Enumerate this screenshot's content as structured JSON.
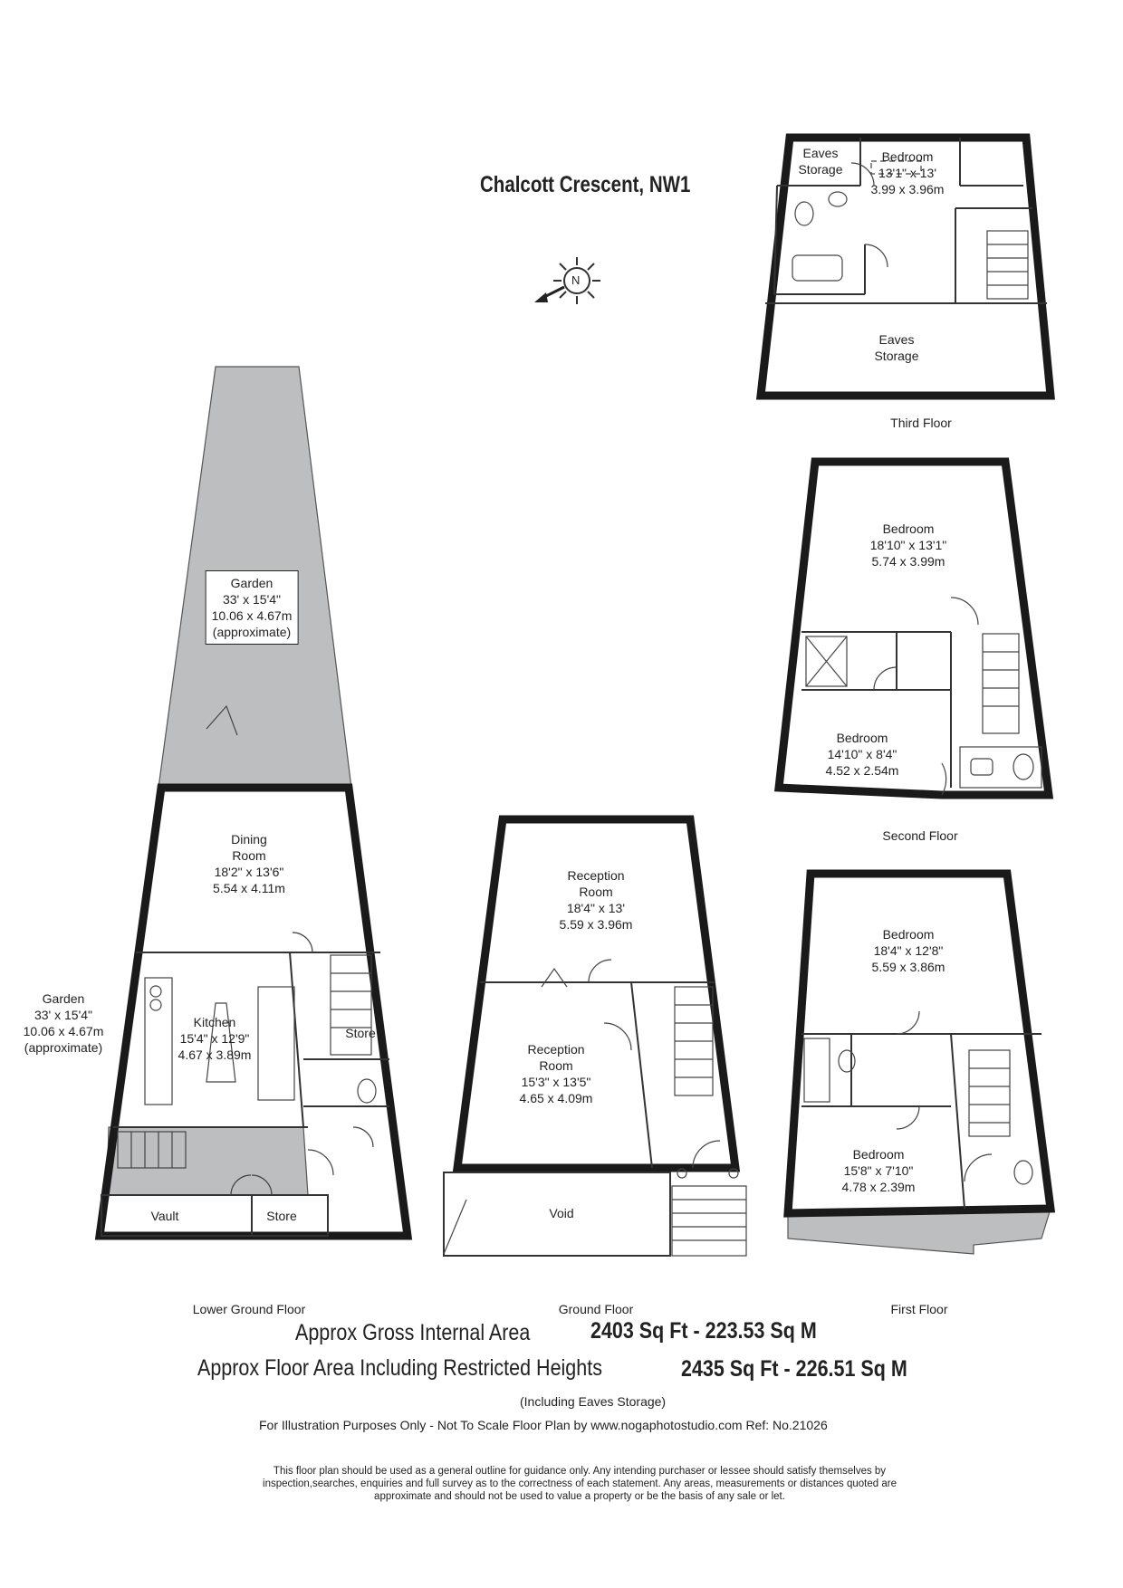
{
  "title": "Chalcott Crescent, NW1",
  "floors": {
    "third": {
      "label": "Third Floor",
      "rooms": [
        {
          "name": "Eaves Storage"
        },
        {
          "name": "Bedroom",
          "imperial": "13'1\" x 13'",
          "metric": "3.99 x 3.96m"
        },
        {
          "name": "Eaves Storage"
        }
      ]
    },
    "second": {
      "label": "Second Floor",
      "rooms": [
        {
          "name": "Bedroom",
          "imperial": "18'10\" x 13'1\"",
          "metric": "5.74 x 3.99m"
        },
        {
          "name": "Bedroom",
          "imperial": "14'10\" x 8'4\"",
          "metric": "4.52 x 2.54m"
        }
      ]
    },
    "first": {
      "label": "First Floor",
      "rooms": [
        {
          "name": "Bedroom",
          "imperial": "18'4\" x 12'8\"",
          "metric": "5.59 x 3.86m"
        },
        {
          "name": "Bedroom",
          "imperial": "15'8\" x 7'10\"",
          "metric": "4.78 x 2.39m"
        }
      ]
    },
    "ground": {
      "label": "Ground Floor",
      "rooms": [
        {
          "name": "Reception Room",
          "imperial": "18'4\" x 13'",
          "metric": "5.59 x 3.96m"
        },
        {
          "name": "Reception Room",
          "imperial": "15'3\" x 13'5\"",
          "metric": "4.65 x 4.09m"
        },
        {
          "name": "Void"
        }
      ]
    },
    "lower": {
      "label": "Lower Ground Floor",
      "rooms": [
        {
          "name": "Garden",
          "imperial": "33' x 15'4\"",
          "metric": "10.06 x 4.67m",
          "note": "(approximate)"
        },
        {
          "name": "Dining Room",
          "imperial": "18'2\" x 13'6\"",
          "metric": "5.54 x 4.11m"
        },
        {
          "name": "Kitchen",
          "imperial": "15'4\" x 12'9\"",
          "metric": "4.67 x 3.89m"
        },
        {
          "name": "Store"
        },
        {
          "name": "Vault"
        },
        {
          "name": "Store"
        }
      ]
    }
  },
  "side_garden": {
    "name": "Garden",
    "imperial": "33' x 15'4\"",
    "metric": "10.06 x 4.67m",
    "note": "(approximate)"
  },
  "compass": {
    "letter": "N"
  },
  "areas": {
    "gross_label": "Approx Gross Internal Area",
    "gross_value": "2403 Sq Ft  -  223.53 Sq M",
    "restricted_label": "Approx Floor Area Including Restricted Heights",
    "restricted_value": "2435 Sq Ft  -  226.51 Sq M",
    "eaves_note": "(Including Eaves Storage)"
  },
  "footer": {
    "illustration": "For Illustration Purposes Only - Not To Scale   Floor Plan by www.nogaphotostudio.com   Ref: No.21026",
    "disclaimer": "This floor plan should be used as a general outline for guidance only. Any intending purchaser or lessee should satisfy themselves by inspection,searches, enquiries and full survey as to the correctness of each statement. Any areas, measurements or distances quoted are approximate and should not be used to value a property or be the basis of any sale or let."
  },
  "colors": {
    "wall": "#1a1a1a",
    "outdoor": "#bcbec0",
    "line": "#333333"
  }
}
